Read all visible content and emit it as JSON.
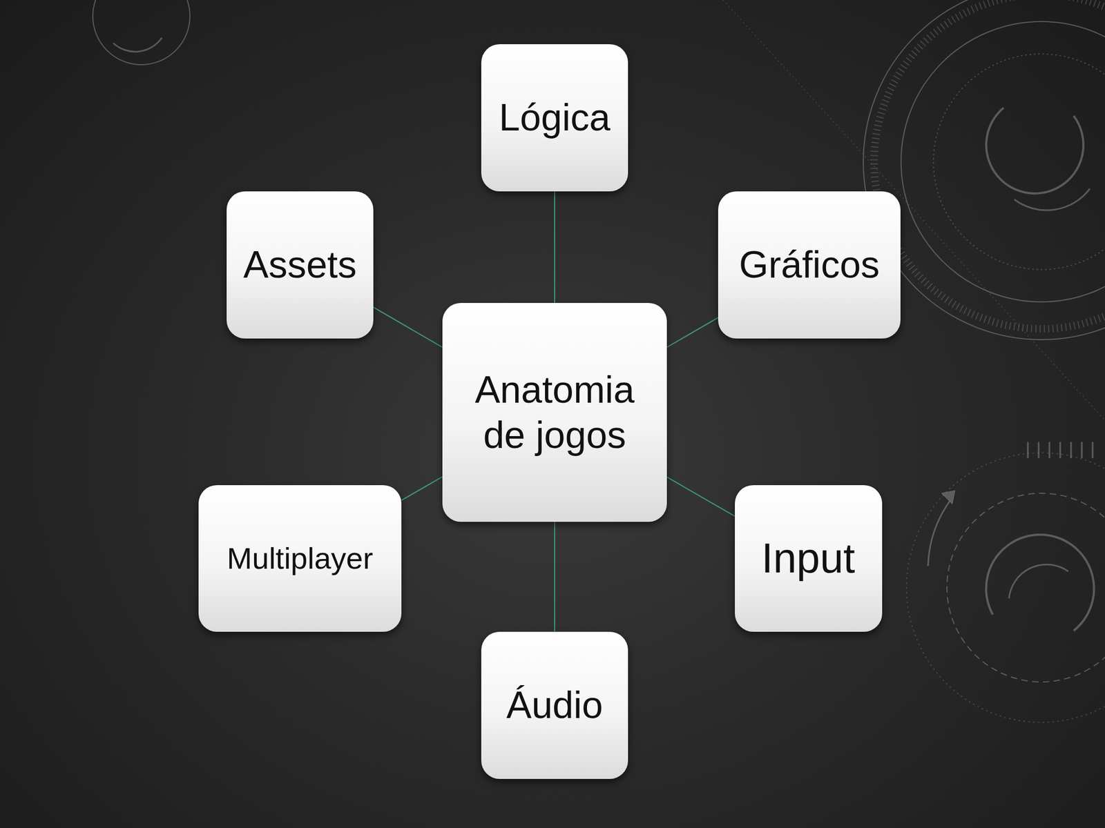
{
  "diagram": {
    "nodes": [
      {
        "text": [
          "Lógica"
        ]
      },
      {
        "text": [
          "Assets"
        ]
      },
      {
        "text": [
          "Gráficos"
        ]
      },
      {
        "text": [
          "Anatomia de jogos"
        ]
      },
      {
        "text": [
          "Multiplayer"
        ]
      },
      {
        "text": [
          "Input"
        ]
      },
      {
        "text": [
          "Áudio"
        ]
      }
    ],
    "edges": [
      {
        "from": 3,
        "to": 0,
        "arrow": "none"
      },
      {
        "from": 3,
        "to": 1,
        "arrow": "none"
      },
      {
        "from": 3,
        "to": 2,
        "arrow": "none"
      },
      {
        "from": 3,
        "to": 4,
        "arrow": "none"
      },
      {
        "from": 3,
        "to": 5,
        "arrow": "none"
      },
      {
        "from": 3,
        "to": 6,
        "arrow": "none"
      }
    ]
  }
}
